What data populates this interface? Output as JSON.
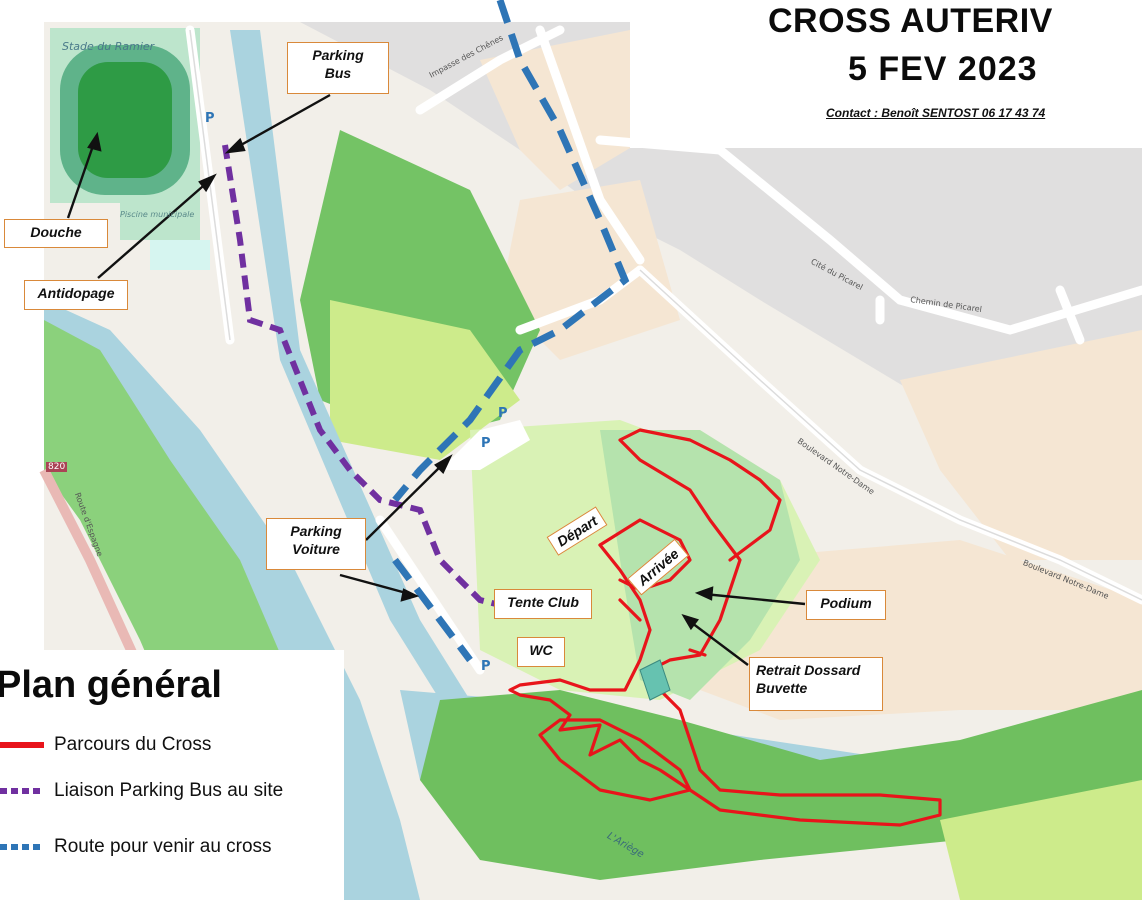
{
  "header": {
    "title_line1": "CROSS AUTERIV",
    "title_line2": "5 FEV 2023",
    "contact": "Contact : Benoît SENTOST 06 17 43 74"
  },
  "labels": {
    "parking_bus": [
      "Parking",
      "Bus"
    ],
    "douche": "Douche",
    "antidopage": "Antidopage",
    "parking_voiture": [
      "Parking",
      "Voiture"
    ],
    "tente_club": "Tente Club",
    "wc": "WC",
    "podium": "Podium",
    "retrait_dossard": [
      "Retrait Dossard",
      "Buvette"
    ],
    "depart": "Départ",
    "arrivee": "Arrivée"
  },
  "map_text": {
    "stade": "Stade du Ramier",
    "piscine": "Piscine municipale",
    "street_impasse": "Impasse des Chênes",
    "street_bd_nd": "Boulevard Notre-Dame",
    "street_chemin_picarel": "Chemin de Picarel",
    "street_cite_picarel": "Cité du Picarel",
    "street_route_espagne": "Route d'Espagne",
    "river": "L'Ariège",
    "road_no": "820"
  },
  "legend": {
    "title": "Plan général",
    "items": [
      {
        "label": "Parcours du Cross",
        "color": "#e8141b",
        "style": "solid"
      },
      {
        "label": "Liaison Parking Bus au site",
        "color": "#7030a0",
        "style": "dashed"
      },
      {
        "label": "Route pour venir au cross",
        "color": "#2e75b6",
        "style": "dashed"
      }
    ]
  },
  "colors": {
    "water": "#aad3df",
    "park": "#c8facc",
    "forest": "#6fbf5f",
    "grass": "#cdeb8b",
    "route": "#e8141b",
    "bus_link": "#7030a0",
    "access_road": "#2e75b6",
    "label_border": "#d9893a"
  }
}
